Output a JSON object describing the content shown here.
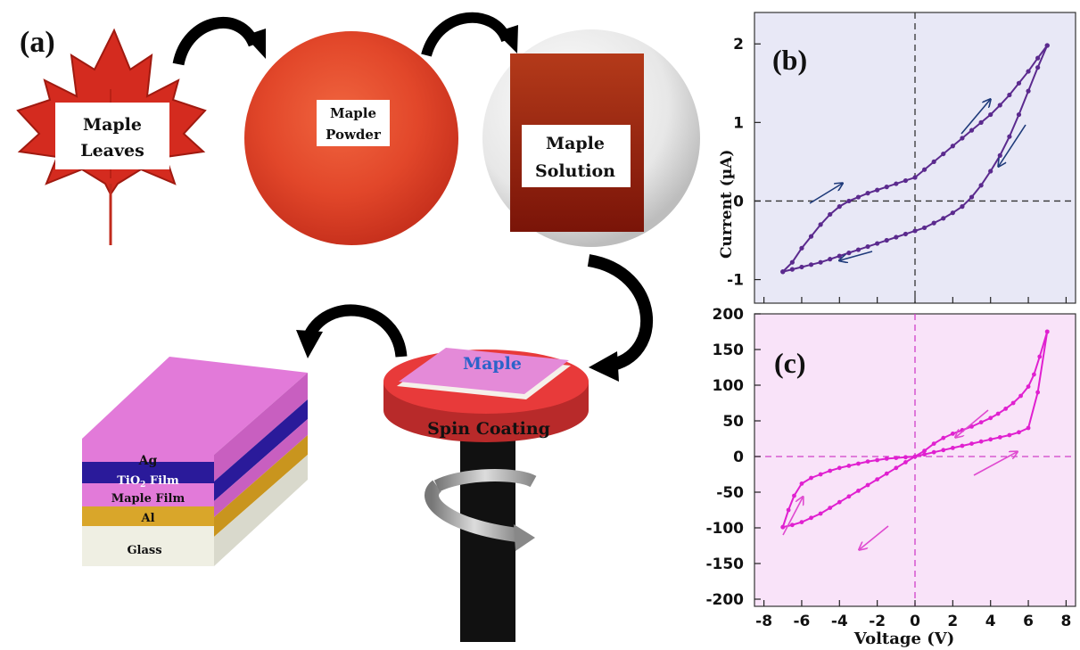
{
  "panel_a": {
    "label": "(a)",
    "leaves_label": [
      "Maple",
      "Leaves"
    ],
    "powder_label": [
      "Maple",
      "Powder"
    ],
    "solution_label": [
      "Maple",
      "Solution"
    ],
    "substrate_label": "Maple",
    "spin_label": "Spin Coating",
    "layers": [
      "Ag",
      "TiO2 Film",
      "Maple Film",
      "Al",
      "Glass"
    ],
    "colors": {
      "leaf": "#d42b1f",
      "powder": "#e2472a",
      "solution": "#8a1c0c",
      "disc": "#e83a3a",
      "ag": "#e27ad9",
      "tio2": "#2a1a9a",
      "maple_film": "#e27ad9",
      "al": "#d9a62a",
      "glass": "#efefe3"
    }
  },
  "chart_data": [
    {
      "panel": "(b)",
      "type": "scatter",
      "ylabel": "Current (µA)",
      "xlim": [
        -8.5,
        8.5
      ],
      "ylim": [
        -1.3,
        2.4
      ],
      "yticks": [
        -1,
        0,
        1,
        2
      ],
      "background": "#e8e8f6",
      "color": "#5b2a8e",
      "series": [
        {
          "x": [
            -7.0,
            -6.5,
            -6,
            -5.5,
            -5,
            -4.5,
            -4,
            -3.5,
            -3,
            -2.5,
            -2,
            -1.5,
            -1,
            -0.5,
            0,
            0.5,
            1,
            1.5,
            2,
            2.5,
            3,
            3.5,
            4,
            4.5,
            5,
            5.5,
            6,
            6.5,
            7.0
          ],
          "y": [
            -0.9,
            -0.78,
            -0.6,
            -0.45,
            -0.3,
            -0.17,
            -0.07,
            0.0,
            0.05,
            0.1,
            0.14,
            0.18,
            0.22,
            0.26,
            0.3,
            0.4,
            0.5,
            0.6,
            0.7,
            0.8,
            0.9,
            1.0,
            1.1,
            1.22,
            1.35,
            1.5,
            1.65,
            1.82,
            1.98
          ]
        },
        {
          "x": [
            7.0,
            6.5,
            6,
            5.5,
            5,
            4.5,
            4,
            3.5,
            3,
            2.5,
            2,
            1.5,
            1,
            0.5,
            0,
            -0.5,
            -1,
            -1.5,
            -2,
            -2.5,
            -3,
            -3.5,
            -4,
            -4.5,
            -5,
            -5.5,
            -6,
            -6.5,
            -7.0
          ],
          "y": [
            1.98,
            1.7,
            1.4,
            1.1,
            0.82,
            0.58,
            0.38,
            0.2,
            0.05,
            -0.07,
            -0.15,
            -0.22,
            -0.28,
            -0.34,
            -0.38,
            -0.42,
            -0.46,
            -0.5,
            -0.54,
            -0.58,
            -0.62,
            -0.66,
            -0.7,
            -0.74,
            -0.78,
            -0.81,
            -0.84,
            -0.87,
            -0.9
          ]
        }
      ]
    },
    {
      "panel": "(c)",
      "type": "scatter",
      "xlabel": "Voltage (V)",
      "xlim": [
        -8.5,
        8.5
      ],
      "ylim": [
        -210,
        200
      ],
      "xticks": [
        -8,
        -6,
        -4,
        -2,
        0,
        2,
        4,
        6,
        8
      ],
      "yticks": [
        -200,
        -150,
        -100,
        -50,
        0,
        50,
        100,
        150,
        200
      ],
      "background": "#f9e3f9",
      "color": "#e020d0",
      "series": [
        {
          "x": [
            7.0,
            6.6,
            6.3,
            6,
            5.6,
            5.2,
            4.8,
            4.4,
            4,
            3.5,
            3,
            2.5,
            2,
            1.5,
            1,
            0.5,
            0,
            -0.5,
            -1,
            -1.5,
            -2,
            -2.5,
            -3,
            -3.5,
            -4,
            -4.5,
            -5,
            -5.5,
            -6,
            -6.5,
            -7.0
          ],
          "y": [
            175,
            140,
            115,
            98,
            85,
            75,
            67,
            60,
            54,
            48,
            42,
            37,
            32,
            26,
            18,
            8,
            0,
            -8,
            -16,
            -24,
            -32,
            -40,
            -48,
            -56,
            -64,
            -72,
            -80,
            -86,
            -92,
            -96,
            -99
          ]
        },
        {
          "x": [
            -7.0,
            -6.7,
            -6.4,
            -6,
            -5.5,
            -5,
            -4.5,
            -4,
            -3.5,
            -3,
            -2.5,
            -2,
            -1.5,
            -1,
            -0.5,
            0,
            0.5,
            1,
            1.5,
            2,
            2.5,
            3,
            3.5,
            4,
            4.5,
            5,
            5.5,
            6,
            6.5,
            7.0
          ],
          "y": [
            -99,
            -75,
            -55,
            -38,
            -30,
            -25,
            -20,
            -16,
            -13,
            -10,
            -7,
            -5,
            -3,
            -2,
            -1,
            0,
            3,
            6,
            9,
            12,
            15,
            18,
            21,
            24,
            27,
            30,
            34,
            40,
            90,
            175
          ]
        }
      ]
    }
  ]
}
